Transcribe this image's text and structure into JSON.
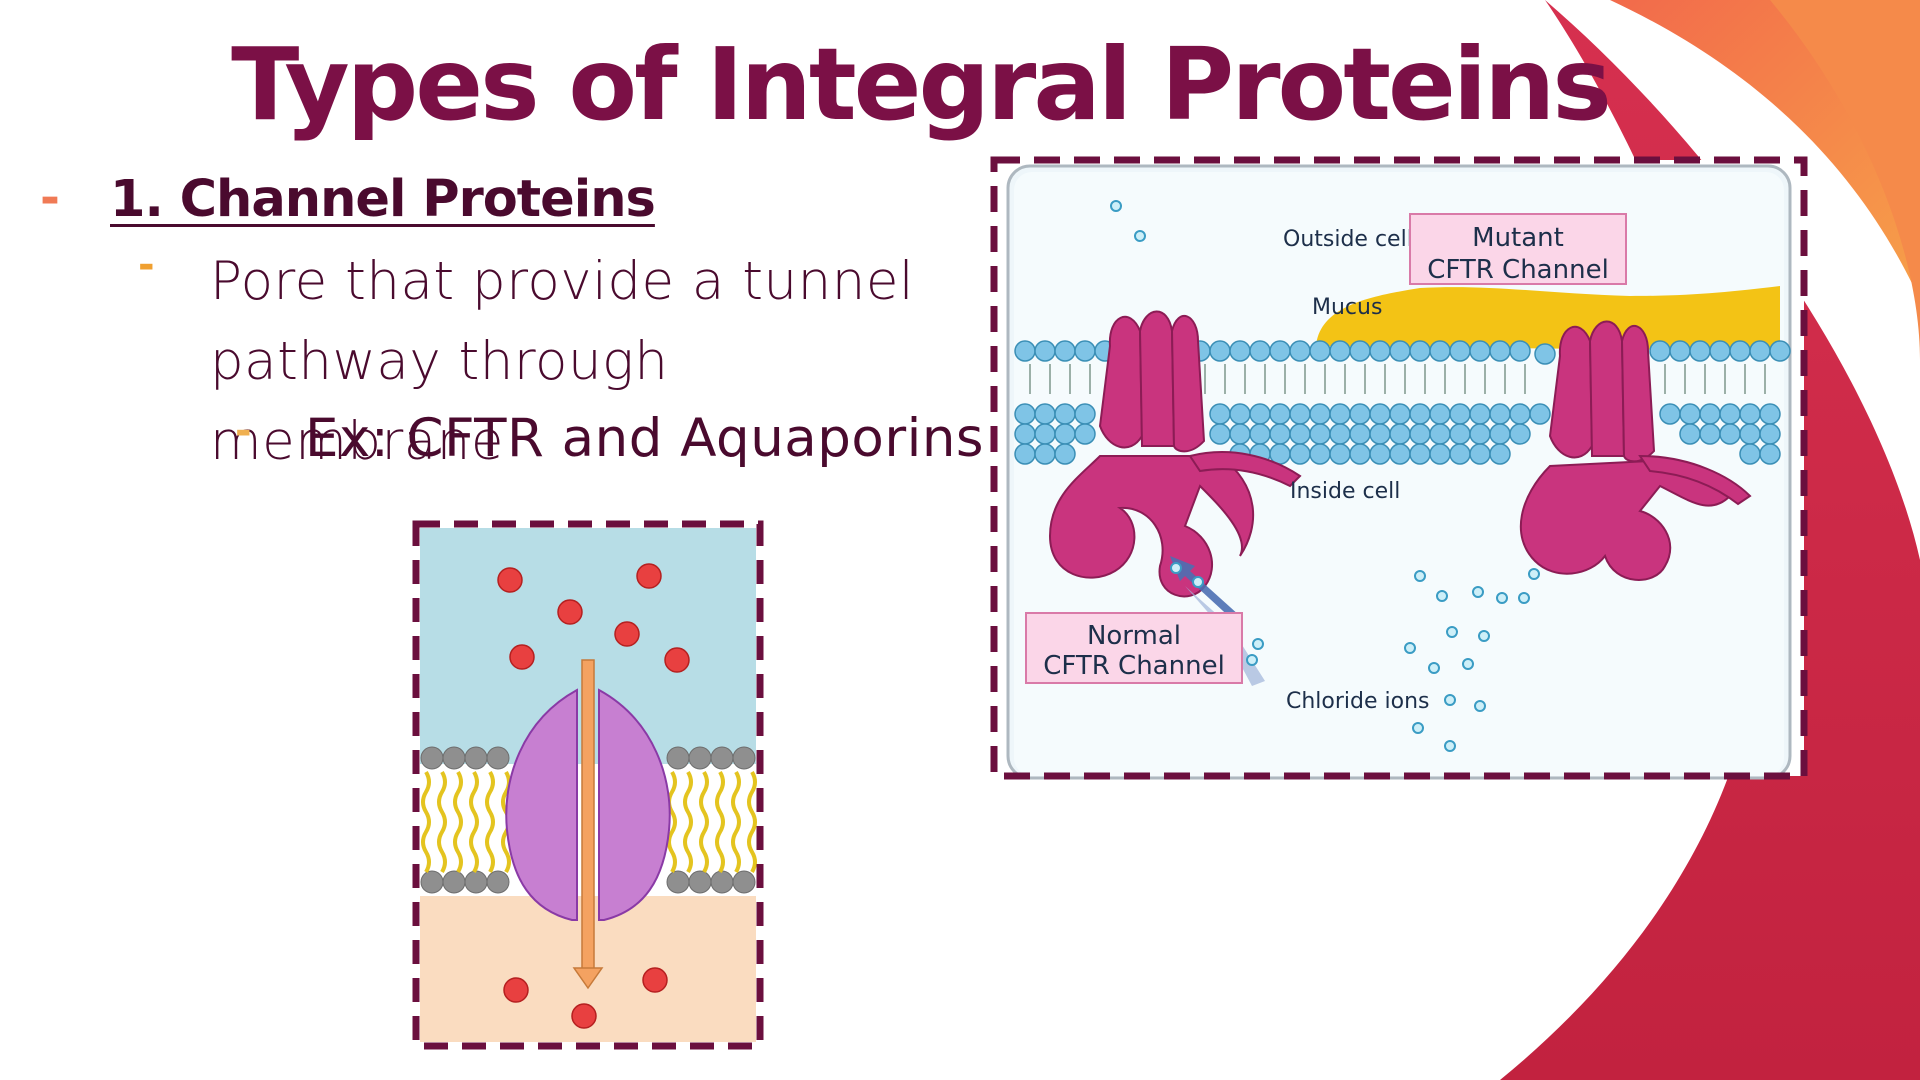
{
  "slide": {
    "title": "Types of Integral Proteins",
    "bullets": {
      "level1": "1. Channel Proteins",
      "level2": "Pore that provide a tunnel pathway through membrane",
      "level3": "Ex: CFTR and Aquaporins"
    }
  },
  "figure_cftr": {
    "outside_label": "Outside cell",
    "mucus_label": "Mucus",
    "inside_label": "Inside cell",
    "ions_label": "Chloride ions",
    "normal_box": [
      "Normal",
      "CFTR Channel"
    ],
    "mutant_box": [
      "Mutant",
      "CFTR Channel"
    ]
  },
  "colors": {
    "title": "#7b1046",
    "text": "#4a0a2e",
    "dash_level1": "#f07a55",
    "dash_level2": "#f0a030",
    "frame": "#6b0f3e",
    "swoosh_dark": "#c7274a",
    "swoosh_light": "#f47a45"
  },
  "icons": [
    "dash-bullet-icon"
  ]
}
